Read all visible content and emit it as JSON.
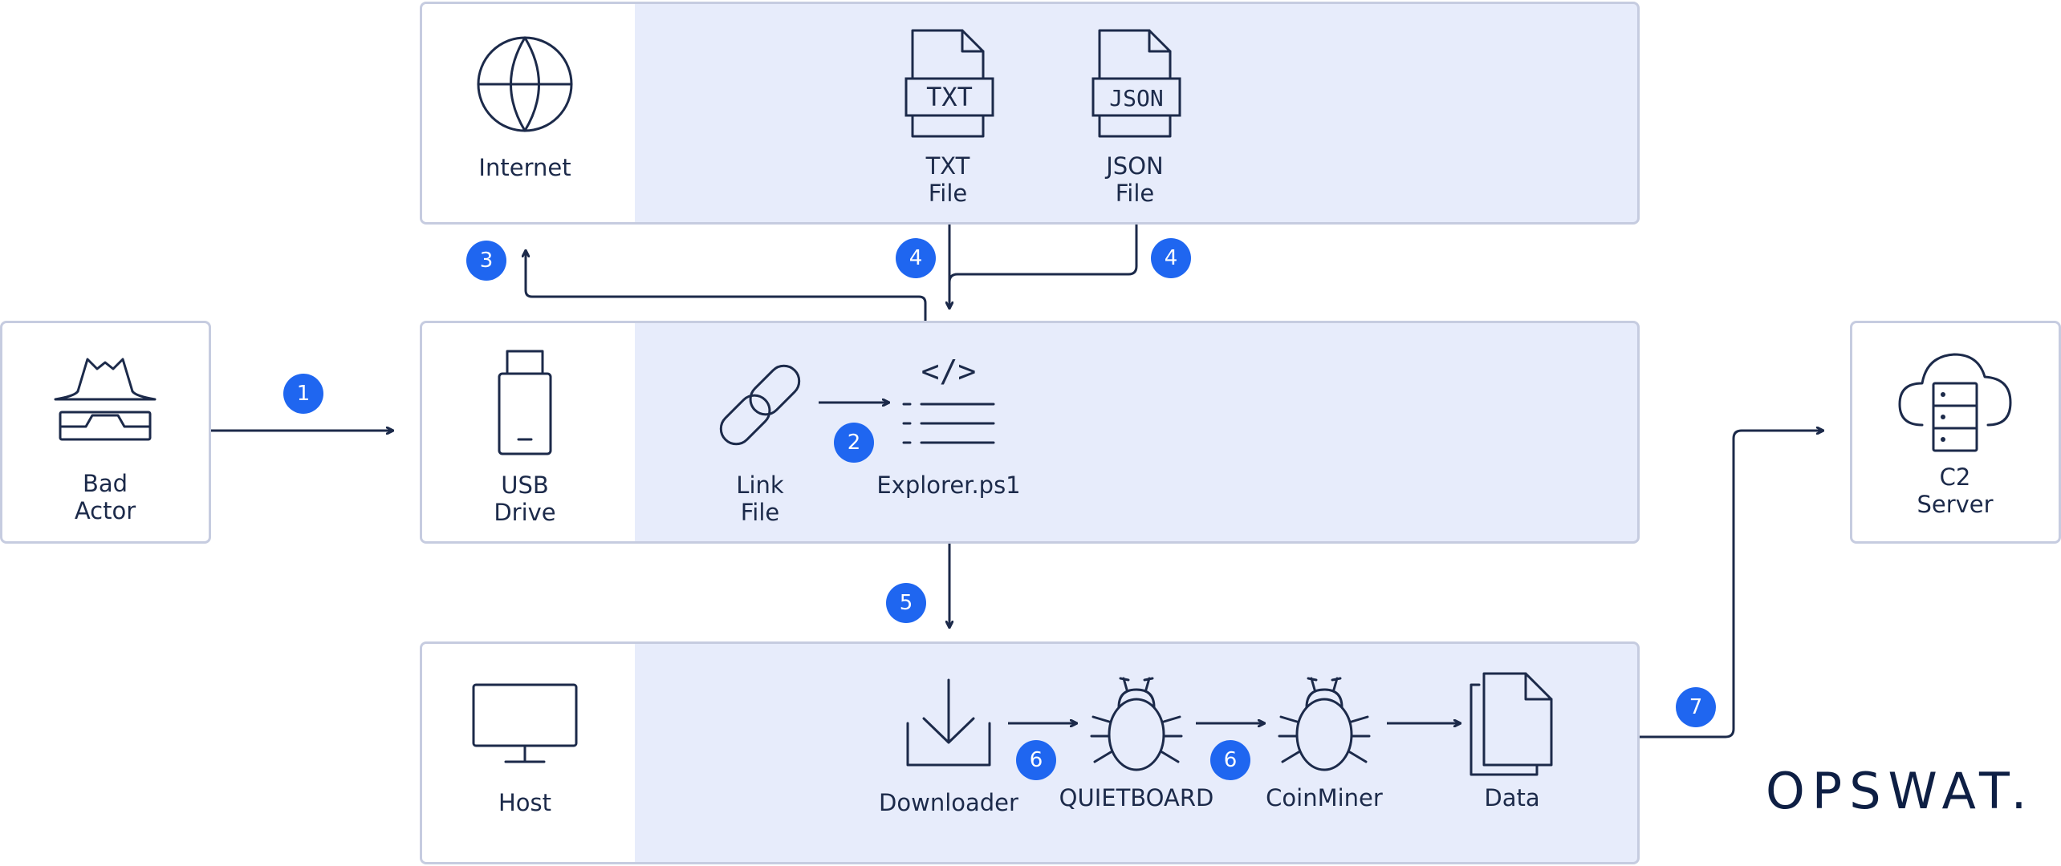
{
  "nodes": {
    "bad_actor": {
      "line1": "Bad",
      "line2": "Actor"
    },
    "internet": {
      "line1": "Internet"
    },
    "txt_file": {
      "line1": "TXT",
      "line2": "File",
      "glyph": "TXT"
    },
    "json_file": {
      "line1": "JSON",
      "line2": "File",
      "glyph": "JSON"
    },
    "usb_drive": {
      "line1": "USB",
      "line2": "Drive"
    },
    "link_file": {
      "line1": "Link",
      "line2": "File"
    },
    "explorer": {
      "line1": "Explorer.ps1",
      "glyph": "</>"
    },
    "c2_server": {
      "line1": "C2",
      "line2": "Server"
    },
    "host": {
      "line1": "Host"
    },
    "downloader": {
      "line1": "Downloader"
    },
    "quietboard": {
      "line1": "QUIETBOARD"
    },
    "coinminer": {
      "line1": "CoinMiner"
    },
    "data": {
      "line1": "Data"
    }
  },
  "steps": {
    "s1": "1",
    "s2": "2",
    "s3": "3",
    "s4a": "4",
    "s4b": "4",
    "s5": "5",
    "s6a": "6",
    "s6b": "6",
    "s7": "7"
  },
  "brand": {
    "logo": "OPSWAT."
  },
  "colors": {
    "step_badge": "#1f66f0",
    "panel_fill": "#e7ecfb",
    "panel_border": "#c6cce0",
    "line": "#1c2a4a"
  }
}
